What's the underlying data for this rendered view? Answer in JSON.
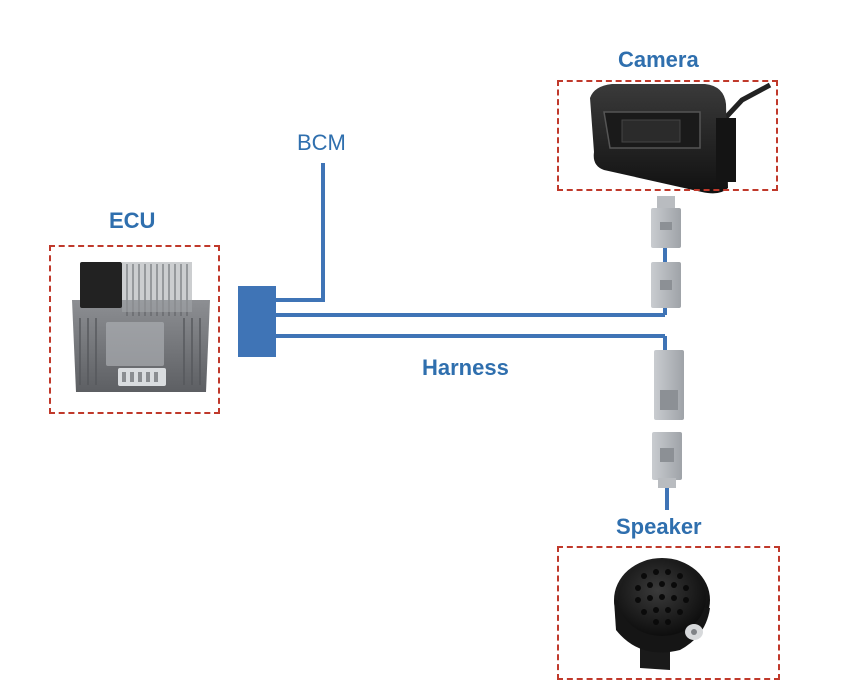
{
  "labels": {
    "ecu": "ECU",
    "bcm": "BCM",
    "harness": "Harness",
    "camera": "Camera",
    "speaker": "Speaker"
  },
  "colors": {
    "wire": "#3f74b6",
    "text": "#2f6fae",
    "box": "#c0392b"
  }
}
